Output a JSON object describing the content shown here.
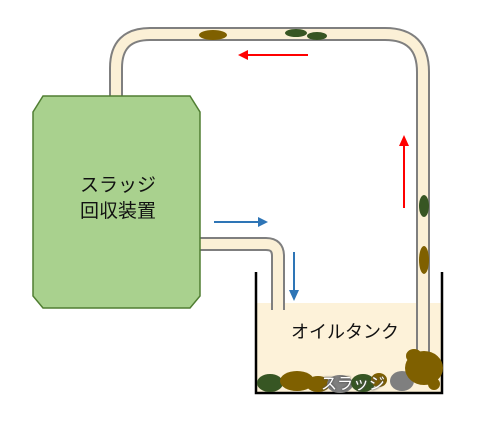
{
  "labels": {
    "device_line1": "スラッジ",
    "device_line2": "回収装置",
    "tank": "オイルタンク",
    "sludge": "スラッジ"
  },
  "colors": {
    "device_fill": "#a9d18e",
    "device_stroke": "#507e32",
    "pipe_fill": "#fbf0d6",
    "pipe_stroke": "#7f7f7f",
    "oil_fill": "#fdf2d9",
    "return_flow_arrow": "#ff0000",
    "inlet_flow_arrow": "#2e75b6",
    "sludge_brown": "#7f6000",
    "sludge_dark_green": "#375623",
    "sludge_gray": "#7f7f7f"
  }
}
